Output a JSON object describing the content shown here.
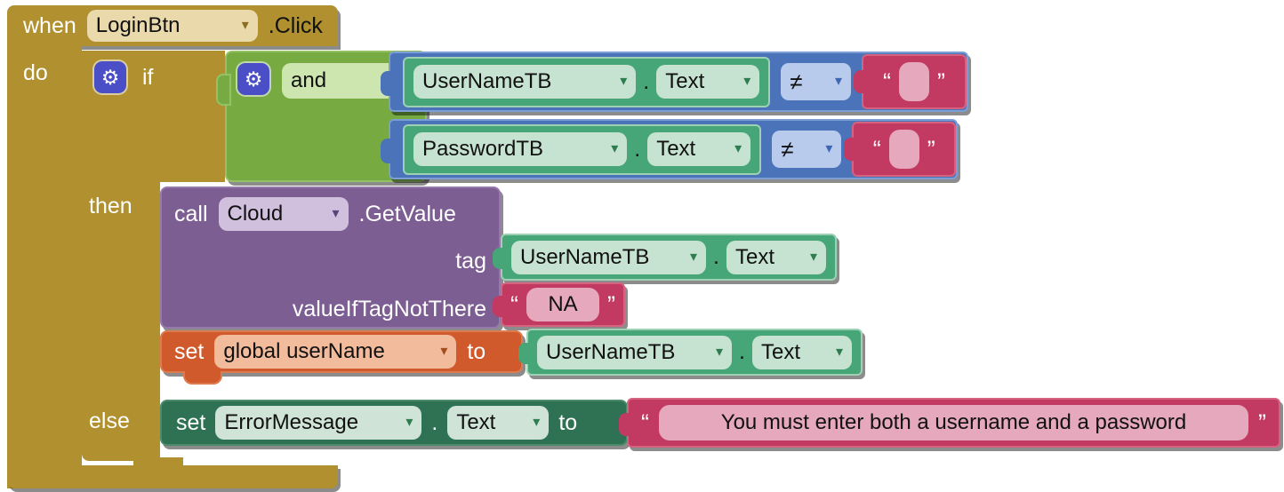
{
  "icons": {
    "dropdown": "▾",
    "gear": "⚙",
    "quote_open": "“",
    "quote_close": "”"
  },
  "colors": {
    "event_gold": "#b0902f",
    "logic_green": "#77ab41",
    "math_blue": "#4a73b9",
    "text_crimson": "#c23a62",
    "component_getter_green": "#47a677",
    "method_purple": "#7d5e93",
    "variable_orange": "#d05a2b",
    "setter_dark_green": "#2f7253",
    "gear_tile_blue": "#4a4fc8"
  },
  "when_block": {
    "keyword": "when",
    "component": "LoginBtn",
    "event": ".Click",
    "do_label": "do"
  },
  "if_block": {
    "if_label": "if",
    "then_label": "then",
    "else_label": "else"
  },
  "and_block": {
    "operator": "and"
  },
  "condition1": {
    "component": "UserNameTB",
    "dot": ".",
    "property": "Text",
    "operator": "≠",
    "value": ""
  },
  "condition2": {
    "component": "PasswordTB",
    "dot": ".",
    "property": "Text",
    "operator": "≠",
    "value": ""
  },
  "call_block": {
    "keyword": "call",
    "component": "Cloud",
    "method": ".GetValue",
    "param_tag": "tag",
    "param_default": "valueIfTagNotThere",
    "tag_value": {
      "component": "UserNameTB",
      "dot": ".",
      "property": "Text"
    },
    "default_value": "NA"
  },
  "set_variable_block": {
    "keyword": "set",
    "variable": "global userName",
    "to_label": "to",
    "value": {
      "component": "UserNameTB",
      "dot": ".",
      "property": "Text"
    }
  },
  "set_property_block": {
    "keyword": "set",
    "component": "ErrorMessage",
    "dot": ".",
    "property": "Text",
    "to_label": "to",
    "message": "You must enter both a username and a password"
  }
}
